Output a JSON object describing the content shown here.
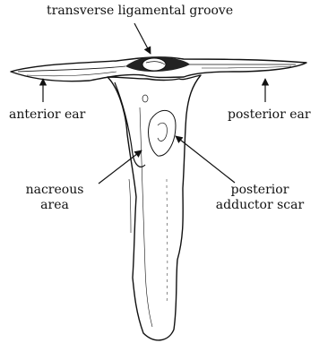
{
  "labels": {
    "groove": "transverse ligamental groove",
    "anterior_ear": "anterior ear",
    "posterior_ear": "posterior ear",
    "nacreous_line1": "nacreous",
    "nacreous_line2": "area",
    "scar_line1": "posterior",
    "scar_line2": "adductor scar"
  },
  "colors": {
    "ink": "#111111",
    "background": "#ffffff",
    "groove_fill": "#222222"
  }
}
